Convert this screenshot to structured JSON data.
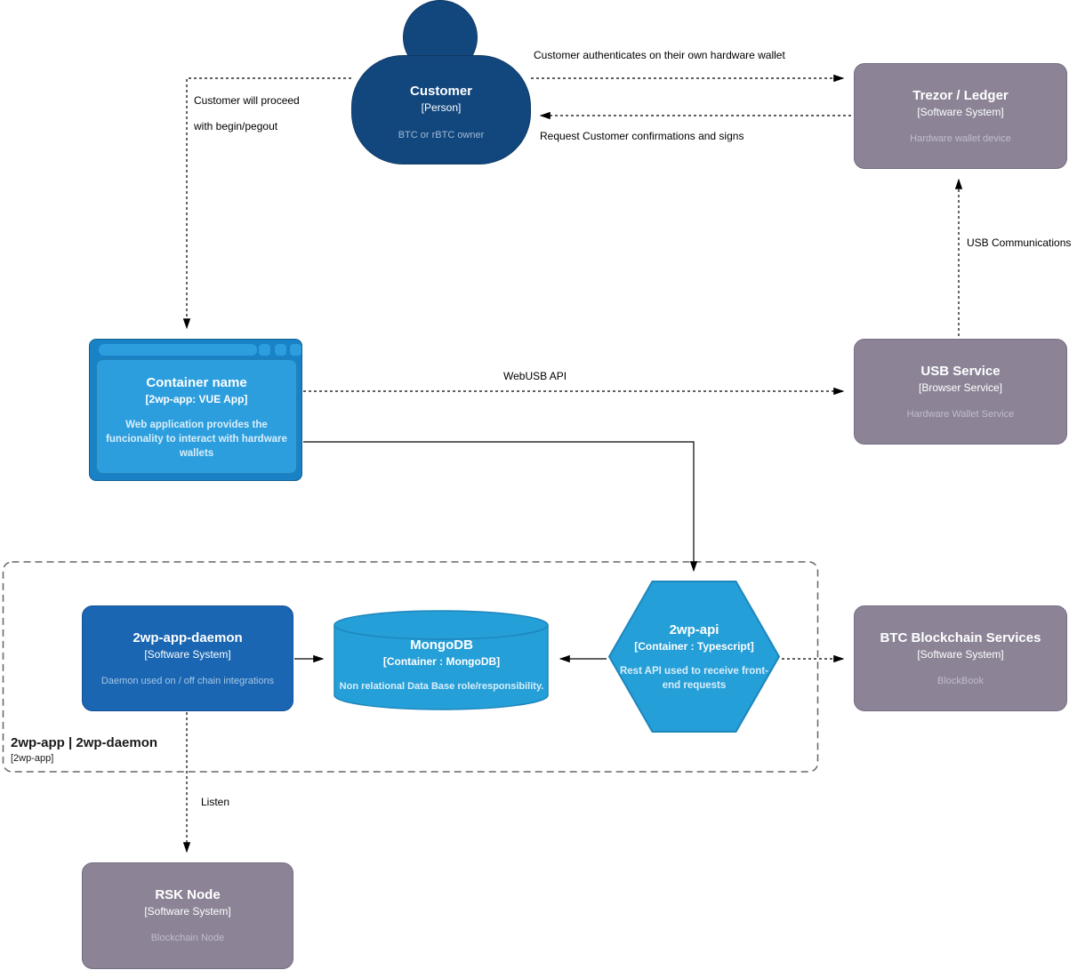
{
  "nodes": {
    "customer": {
      "title": "Customer",
      "subtitle": "[Person]",
      "description": "BTC or rBTC owner"
    },
    "trezor": {
      "title": "Trezor / Ledger",
      "subtitle": "[Software System]",
      "description": "Hardware wallet device"
    },
    "container": {
      "title": "Container name",
      "subtitle": "[2wp-app: VUE App]",
      "description": "Web application provides the funcionality to interact with hardware wallets"
    },
    "usb_service": {
      "title": "USB Service",
      "subtitle": "[Browser Service]",
      "description": "Hardware Wallet Service"
    },
    "daemon": {
      "title": "2wp-app-daemon",
      "subtitle": "[Software System]",
      "description": "Daemon used on / off chain integrations"
    },
    "mongodb": {
      "title": "MongoDB",
      "subtitle": "[Container : MongoDB]",
      "description": "Non relational Data Base role/responsibility."
    },
    "api": {
      "title": "2wp-api",
      "subtitle": "[Container : Typescript]",
      "description": "Rest API used to receive front-end requests"
    },
    "btc": {
      "title": "BTC Blockchain Services",
      "subtitle": "[Software System]",
      "description": "BlockBook"
    },
    "rsk": {
      "title": "RSK Node",
      "subtitle": "[Software System]",
      "description": "Blockchain Node"
    }
  },
  "boundary": {
    "title": "2wp-app | 2wp-daemon",
    "subtitle": "[2wp-app]"
  },
  "edges": {
    "auth": "Customer authenticates on their own hardware wallet",
    "confirm": "Request Customer confirmations and signs",
    "proceed_line1": "Customer will proceed",
    "proceed_line2": "with begin/pegout",
    "webusb": "WebUSB API",
    "usb_comm": "USB Communications",
    "listen": "Listen"
  },
  "colors": {
    "person_navy": "#12477E",
    "system_blue": "#1A66B2",
    "container_light_blue": "#259FD8",
    "browser_frame_blue": "#1981C6",
    "external_gray": "#8C8496"
  }
}
